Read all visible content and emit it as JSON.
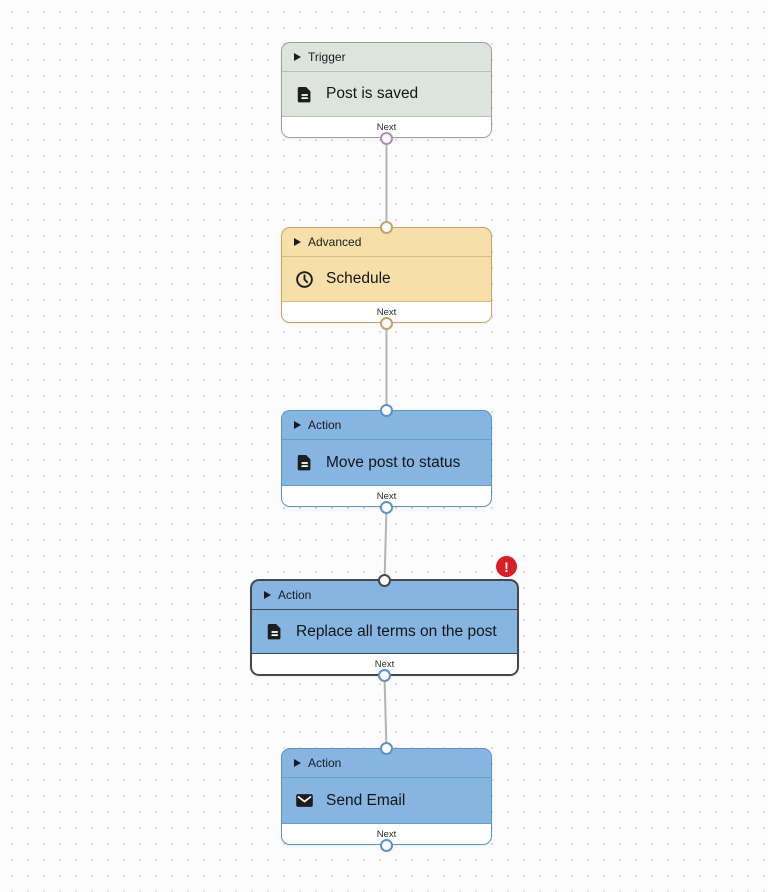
{
  "canvas": {
    "type": "workflow-editor",
    "background_color": "#fcfcfc",
    "dot_color": "#d9d9d9"
  },
  "nodes": [
    {
      "id": "trigger-post-is-saved",
      "category": "Trigger",
      "title": "Post is saved",
      "icon": "document-icon",
      "output_label": "Next",
      "colors": {
        "bg": "#dde4de",
        "border": "#99a29b",
        "connector": "#b78ab9"
      }
    },
    {
      "id": "advanced-schedule",
      "category": "Advanced",
      "title": "Schedule",
      "icon": "clock-icon",
      "output_label": "Next",
      "colors": {
        "bg": "#f6dfa9",
        "border": "#c5a267",
        "connector": "#c5a267"
      }
    },
    {
      "id": "action-move-post-to-status",
      "category": "Action",
      "title": "Move post to status",
      "icon": "document-icon",
      "output_label": "Next",
      "colors": {
        "bg": "#85b5e0",
        "border": "#5d93c5",
        "connector": "#5d93c5"
      }
    },
    {
      "id": "action-replace-all-terms",
      "category": "Action",
      "title": "Replace all terms on the post",
      "icon": "document-icon",
      "output_label": "Next",
      "selected": true,
      "error_badge": "!",
      "error_color": "#d71f26",
      "colors": {
        "bg": "#85b5e0",
        "border": "#45474a",
        "connector": "#5d93c5"
      }
    },
    {
      "id": "action-send-email",
      "category": "Action",
      "title": "Send Email",
      "icon": "envelope-icon",
      "output_label": "Next",
      "colors": {
        "bg": "#85b5e0",
        "border": "#5d93c5",
        "connector": "#5d93c5"
      }
    }
  ],
  "connections": [
    {
      "from": "trigger-post-is-saved",
      "to": "advanced-schedule"
    },
    {
      "from": "advanced-schedule",
      "to": "action-move-post-to-status"
    },
    {
      "from": "action-move-post-to-status",
      "to": "action-replace-all-terms"
    },
    {
      "from": "action-replace-all-terms",
      "to": "action-send-email"
    }
  ]
}
